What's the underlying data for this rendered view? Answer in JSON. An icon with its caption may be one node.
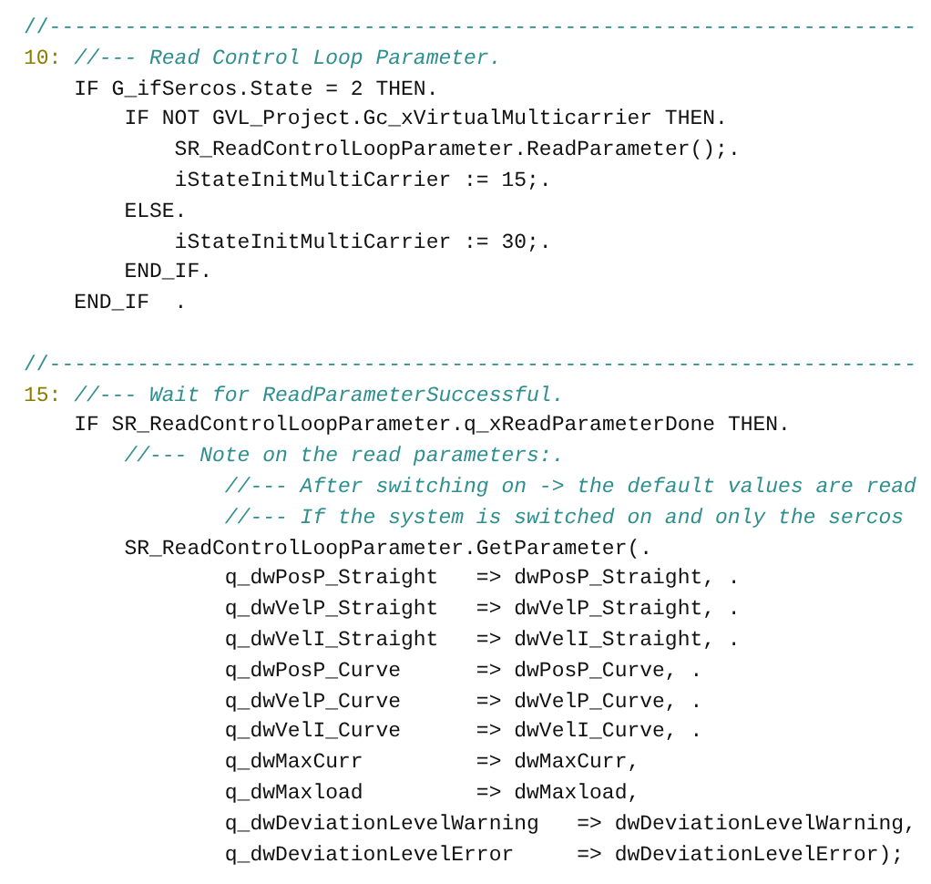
{
  "diagram": {
    "labels": [
      "//---------------------------------------------------------------------",
      "10:",
      "//--- Read Control Loop Parameter.",
      "IF G_ifSercos.State = 2 THEN.",
      "IF NOT GVL_Project.Gc_xVirtualMulticarrier THEN.",
      "SR_ReadControlLoopParameter.ReadParameter();.",
      "iStateInitMultiCarrier := 15;.",
      "ELSE.",
      "iStateInitMultiCarrier := 30;.",
      "END_IF.",
      "END_IF  .",
      "//---------------------------------------------------------------------",
      "15:",
      "//--- Wait for ReadParameterSuccessful.",
      "IF SR_ReadControlLoopParameter.q_xReadParameterDone THEN.",
      "//--- Note on the read parameters:.",
      "//--- After switching on -> the default values are read",
      "//--- If the system is switched on and only the sercos",
      "SR_ReadControlLoopParameter.GetParameter(.",
      "q_dwPosP_Straight   => dwPosP_Straight, .",
      "q_dwVelP_Straight   => dwVelP_Straight, .",
      "q_dwVelI_Straight   => dwVelI_Straight, .",
      "q_dwPosP_Curve      => dwPosP_Curve, .",
      "q_dwVelP_Curve      => dwVelP_Curve, .",
      "q_dwVelI_Curve      => dwVelI_Curve, .",
      "q_dwMaxCurr         => dwMaxCurr,",
      "q_dwMaxload         => dwMaxload,",
      "q_dwDeviationLevelWarning   => dwDeviationLevelWarning,",
      "q_dwDeviationLevelError     => dwDeviationLevelError);"
    ]
  }
}
